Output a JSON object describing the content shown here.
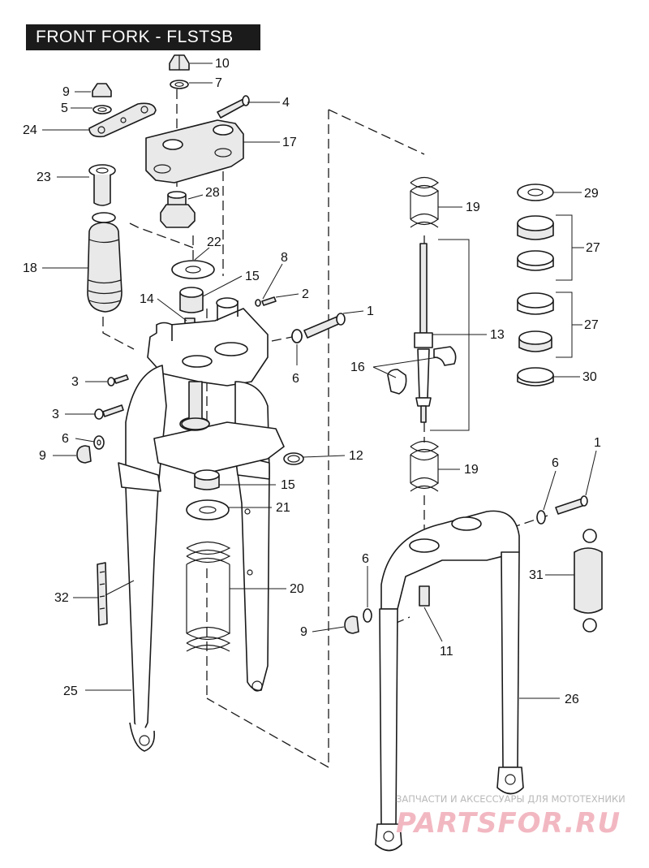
{
  "title": "FRONT FORK - FLSTSB",
  "callouts": {
    "c10": "10",
    "c7": "7",
    "c9a": "9",
    "c5": "5",
    "c4": "4",
    "c24": "24",
    "c17": "17",
    "c23": "23",
    "c28": "28",
    "c19a": "19",
    "c29": "29",
    "c27a": "27",
    "c22": "22",
    "c18": "18",
    "c8": "8",
    "c15a": "15",
    "c2": "2",
    "c14": "14",
    "c1a": "1",
    "c13": "13",
    "c27b": "27",
    "c16": "16",
    "c6a": "6",
    "c30": "30",
    "c3a": "3",
    "c3b": "3",
    "c6b": "6",
    "c9b": "9",
    "c12": "12",
    "c19b": "19",
    "c1b": "1",
    "c6c": "6",
    "c15b": "15",
    "c21": "21",
    "c31": "31",
    "c32": "32",
    "c20": "20",
    "c6d": "6",
    "c9c": "9",
    "c11": "11",
    "c25": "25",
    "c26": "26"
  },
  "watermark": {
    "line1": "ЗАПЧАСТИ И АКСЕССУАРЫ ДЛЯ МОТОТЕХНИКИ",
    "line2": "PARTSFOR.RU"
  },
  "colors": {
    "ink": "#1a1a1a",
    "title_bg": "#1b1b1b",
    "title_fg": "#ffffff",
    "watermark": "#f2b8c2"
  }
}
